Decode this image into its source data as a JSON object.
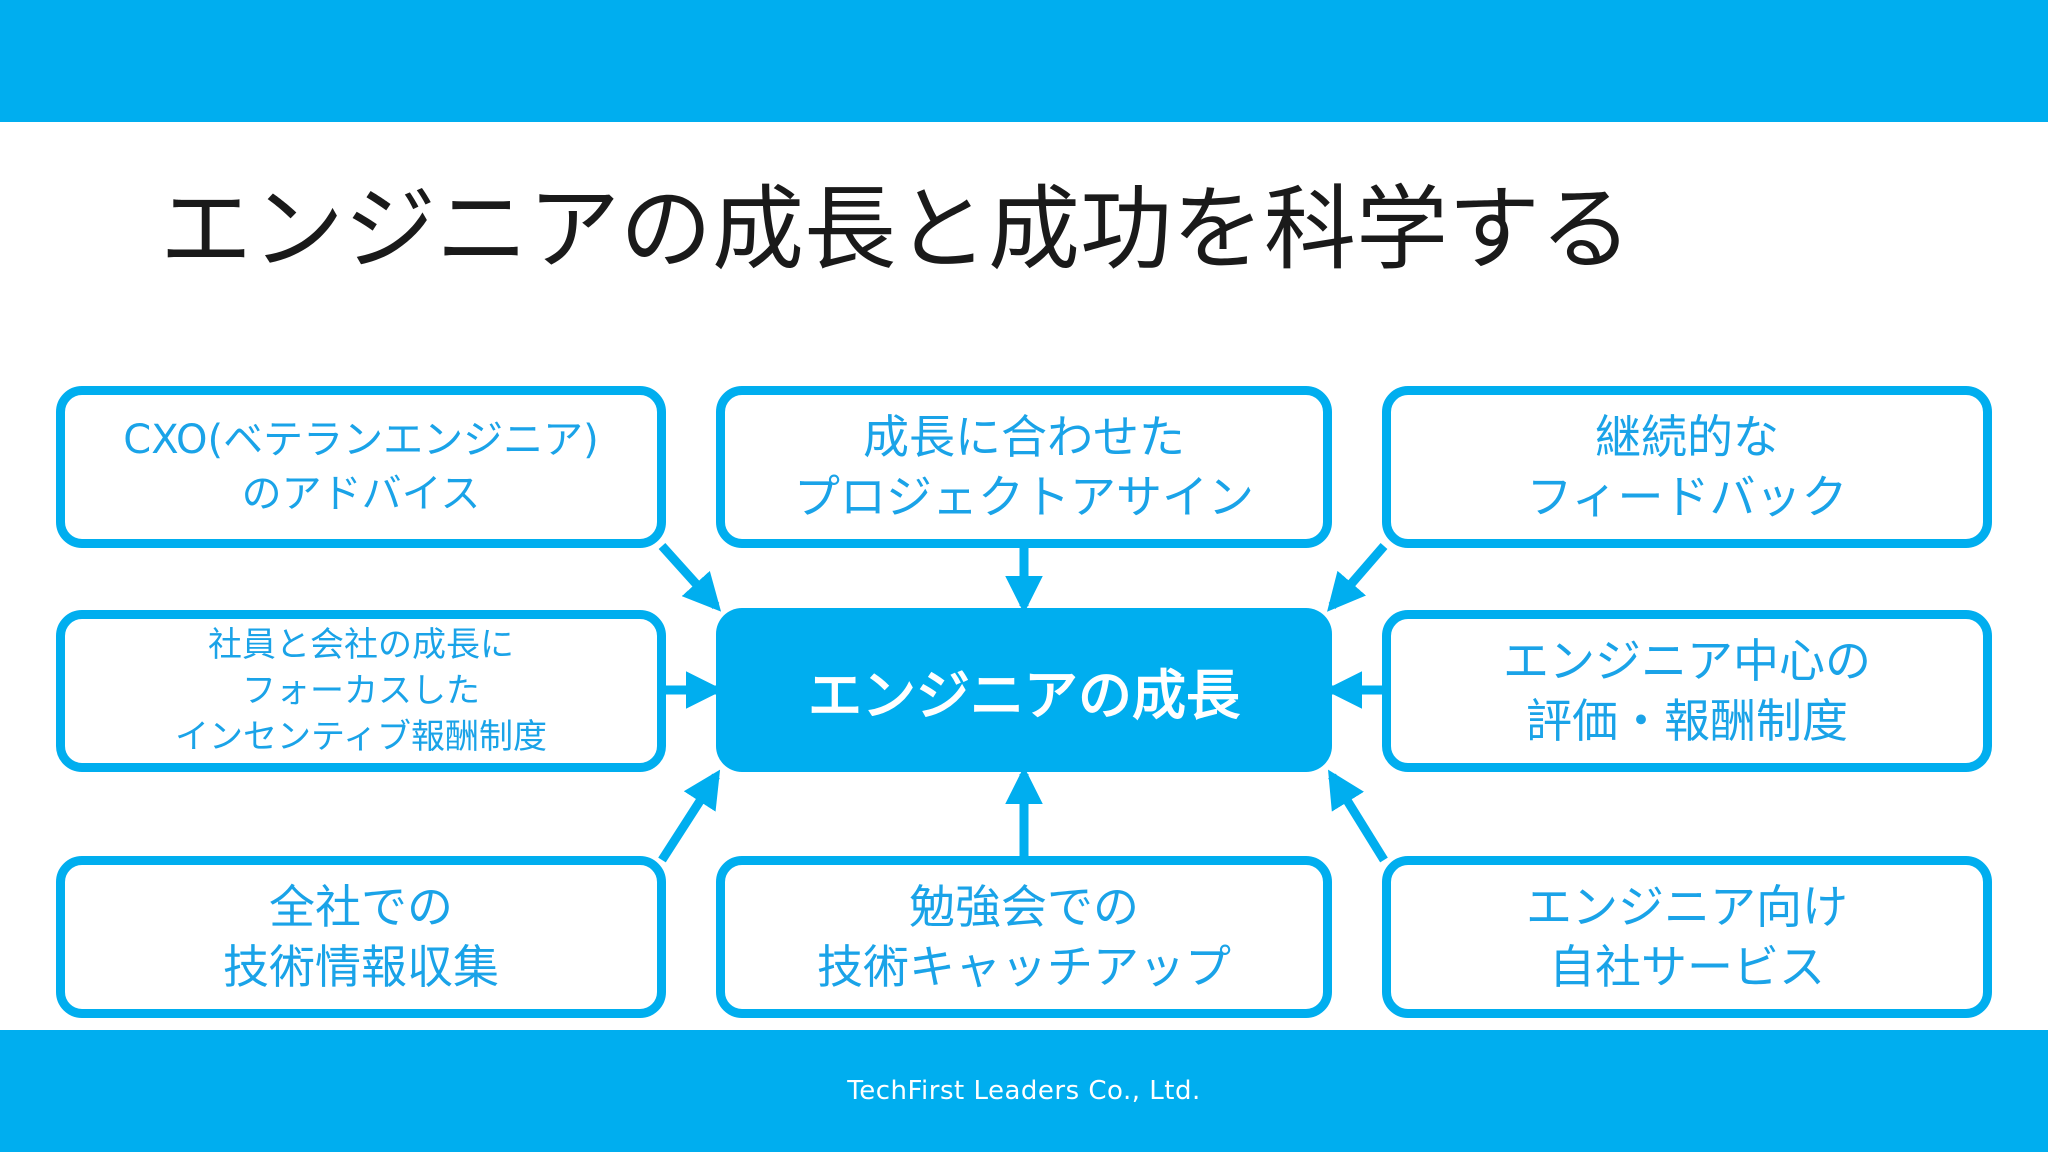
{
  "slide": {
    "title": "エンジニアの成長と成功を科学する",
    "footer": "TechFirst Leaders Co., Ltd.",
    "accent_color": "#00AEEF",
    "text_color": "#1AA3E8"
  },
  "diagram": {
    "center": "エンジニアの成長",
    "nodes": [
      {
        "id": "cxo",
        "text": "CXO(ベテランエンジニア)\nのアドバイス"
      },
      {
        "id": "project",
        "text": "成長に合わせた\nプロジェクトアサイン"
      },
      {
        "id": "feedback",
        "text": "継続的な\nフィードバック"
      },
      {
        "id": "incentive",
        "text": "社員と会社の成長に\nフォーカスした\nインセンティブ報酬制度"
      },
      {
        "id": "evaluation",
        "text": "エンジニア中心の\n評価・報酬制度"
      },
      {
        "id": "info",
        "text": "全社での\n技術情報収集"
      },
      {
        "id": "study",
        "text": "勉強会での\n技術キャッチアップ"
      },
      {
        "id": "service",
        "text": "エンジニア向け\n自社サービス"
      }
    ],
    "edges": [
      {
        "from": "cxo",
        "to": "center"
      },
      {
        "from": "project",
        "to": "center"
      },
      {
        "from": "feedback",
        "to": "center"
      },
      {
        "from": "incentive",
        "to": "center"
      },
      {
        "from": "evaluation",
        "to": "center"
      },
      {
        "from": "info",
        "to": "center"
      },
      {
        "from": "study",
        "to": "center"
      },
      {
        "from": "service",
        "to": "center"
      }
    ]
  }
}
